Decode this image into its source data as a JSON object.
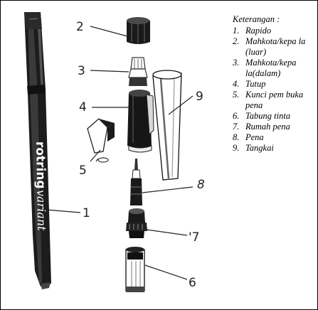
{
  "legend": {
    "title": "Keterangan :",
    "items": [
      {
        "num": "1.",
        "text": "Rapido"
      },
      {
        "num": "2.",
        "text": "Mahkota/kepa la (luar)"
      },
      {
        "num": "3.",
        "text": "Mahkota/kepa la(dalam)"
      },
      {
        "num": "4.",
        "text": "Tutup"
      },
      {
        "num": "5.",
        "text": "Kunci pem buka pena"
      },
      {
        "num": "6.",
        "text": "Tabung tinta"
      },
      {
        "num": "7.",
        "text": "Rumah pena"
      },
      {
        "num": "8.",
        "text": "Pena"
      },
      {
        "num": "9.",
        "text": "Tangkai"
      }
    ]
  },
  "callouts": {
    "c1": "1",
    "c2": "2",
    "c3": "3",
    "c4": "4",
    "c5": "5",
    "c6": "6",
    "c7": "'7",
    "c8": "8",
    "c9": "9"
  },
  "pen_brand": {
    "line1": "rotring",
    "line2": "variant"
  }
}
